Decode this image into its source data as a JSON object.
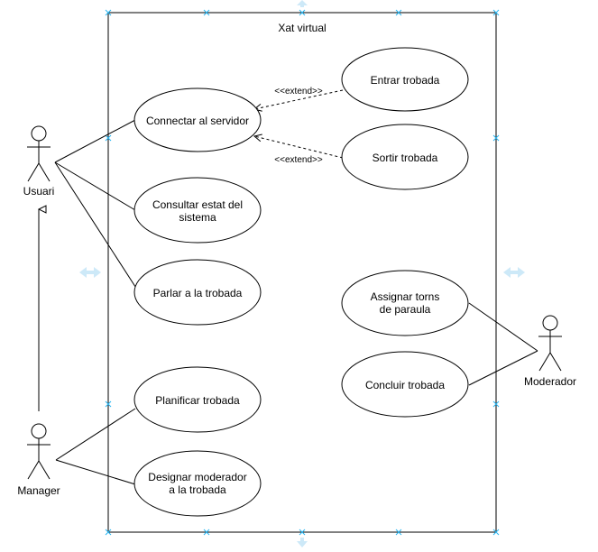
{
  "system": {
    "title": "Xat virtual"
  },
  "actors": {
    "usuari": "Usuari",
    "manager": "Manager",
    "moderador": "Moderador"
  },
  "use_cases": {
    "connectar": [
      "Connectar al servidor"
    ],
    "consultar": [
      "Consultar estat del",
      "sistema"
    ],
    "parlar": [
      "Parlar a la trobada"
    ],
    "entrar": [
      "Entrar trobada"
    ],
    "sortir": [
      "Sortir trobada"
    ],
    "assignar": [
      "Assignar torns",
      "de paraula"
    ],
    "concluir": [
      "Concluir trobada"
    ],
    "planificar": [
      "Planificar trobada"
    ],
    "designar": [
      "Designar moderador",
      "a la trobada"
    ]
  },
  "stereotypes": {
    "extend_entrar": "<<extend>>",
    "extend_sortir": "<<extend>>"
  },
  "colors": {
    "stroke": "#000000",
    "selection_handle": "#29b6f2"
  }
}
